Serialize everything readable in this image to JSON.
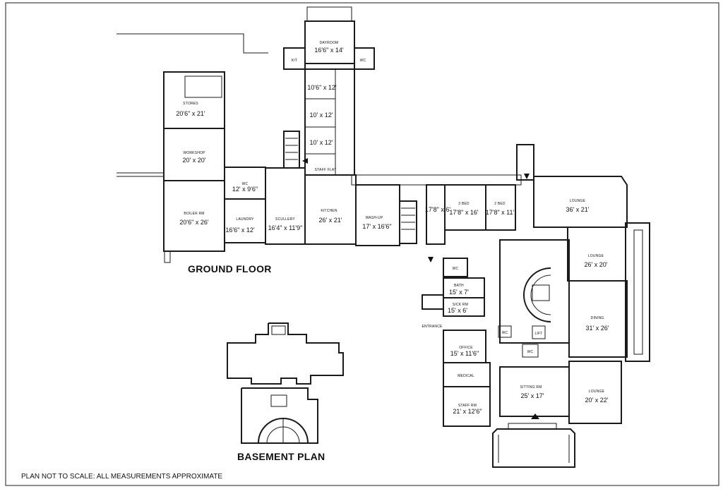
{
  "labels": {
    "ground_floor": "GROUND FLOOR",
    "basement_plan": "BASEMENT PLAN",
    "disclaimer": "PLAN NOT TO SCALE: ALL MEASUREMENTS APPROXIMATE",
    "entrance": "ENTRANCE"
  },
  "rooms": {
    "dayroom": {
      "name": "DAYROOM",
      "size": "16'6\" x 14'"
    },
    "kit": {
      "name": "KIT",
      "size": ""
    },
    "wc_top": {
      "name": "WC",
      "size": ""
    },
    "room_a": {
      "name": "",
      "size": "10'6\" x 12'"
    },
    "room_b": {
      "name": "",
      "size": "10' x 12'"
    },
    "room_c": {
      "name": "",
      "size": "10' x 12'"
    },
    "stores": {
      "name": "STORES",
      "size": "20'6\" x 21'"
    },
    "workshop": {
      "name": "WORKSHOP",
      "size": "20' x 20'"
    },
    "wc_left": {
      "name": "WC",
      "size": "12' x 9'6\""
    },
    "boiler": {
      "name": "BOILER RM",
      "size": "20'6\" x 26'"
    },
    "laundry": {
      "name": "LAUNDRY",
      "size": "16'6\" x 12'"
    },
    "scullery": {
      "name": "SCULLERY",
      "size": "16'4\" x 11'9\""
    },
    "staff_flat": {
      "name": "STAFF FLAT",
      "size": ""
    },
    "kitchen": {
      "name": "KITCHEN",
      "size": "26' x 21'"
    },
    "wash_up": {
      "name": "WASH-UP",
      "size": "17' x 16'6\""
    },
    "corridor": {
      "name": "",
      "size": "17'8\" x 6'"
    },
    "bed3": {
      "name": "3 BED",
      "size": "17'8\" x 16'"
    },
    "bed2": {
      "name": "2 BED",
      "size": "17'8\" x 11'"
    },
    "lounge1": {
      "name": "LOUNGE",
      "size": "36' x 21'"
    },
    "lounge2": {
      "name": "LOUNGE",
      "size": "26' x 20'"
    },
    "dining": {
      "name": "DINING",
      "size": "31' x 26'"
    },
    "wc_mid": {
      "name": "WC",
      "size": ""
    },
    "bath": {
      "name": "BATH",
      "size": "15' x 7'"
    },
    "sick": {
      "name": "SICK RM",
      "size": "15' x 6'"
    },
    "wc_small1": {
      "name": "WC",
      "size": ""
    },
    "wc_small2": {
      "name": "WC",
      "size": ""
    },
    "lift": {
      "name": "LIFT",
      "size": ""
    },
    "office": {
      "name": "OFFICE",
      "size": "15' x 11'6\""
    },
    "medical": {
      "name": "MEDICAL",
      "size": ""
    },
    "staff_rm": {
      "name": "STAFF RM",
      "size": "21' x 12'6\""
    },
    "sitting": {
      "name": "SITTING RM",
      "size": "25' x 17'"
    },
    "lounge3": {
      "name": "LOUNGE",
      "size": "20' x 22'"
    }
  }
}
